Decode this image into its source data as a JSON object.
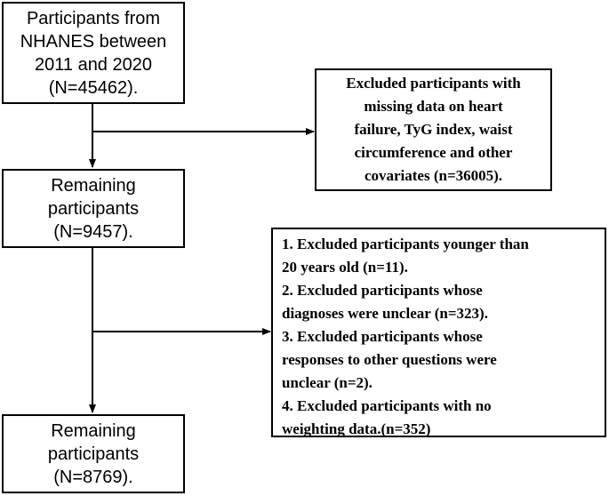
{
  "flowchart": {
    "box_start": {
      "lines": [
        "Participants from",
        "NHANES between",
        "2011 and 2020",
        "(N=45462)."
      ]
    },
    "box_exclusion_1": {
      "lines": [
        "Excluded participants with",
        "missing data on heart",
        "failure, TyG index, waist",
        "circumference and other",
        "covariates (n=36005)."
      ]
    },
    "box_remaining_1": {
      "lines": [
        "Remaining",
        "participants",
        "(N=9457)."
      ]
    },
    "box_exclusion_2": {
      "lines": [
        "1. Excluded participants younger than",
        "20 years old (n=11).",
        "2. Excluded participants whose",
        "diagnoses were unclear (n=323).",
        "3. Excluded participants whose",
        "responses to other questions were",
        "unclear (n=2).",
        "4. Excluded participants with no",
        "weighting data.(n=352)"
      ]
    },
    "box_remaining_2": {
      "lines": [
        "Remaining",
        "participants",
        "(N=8769)."
      ]
    }
  },
  "colors": {
    "stroke": "#000000",
    "background": "#ffffff"
  }
}
